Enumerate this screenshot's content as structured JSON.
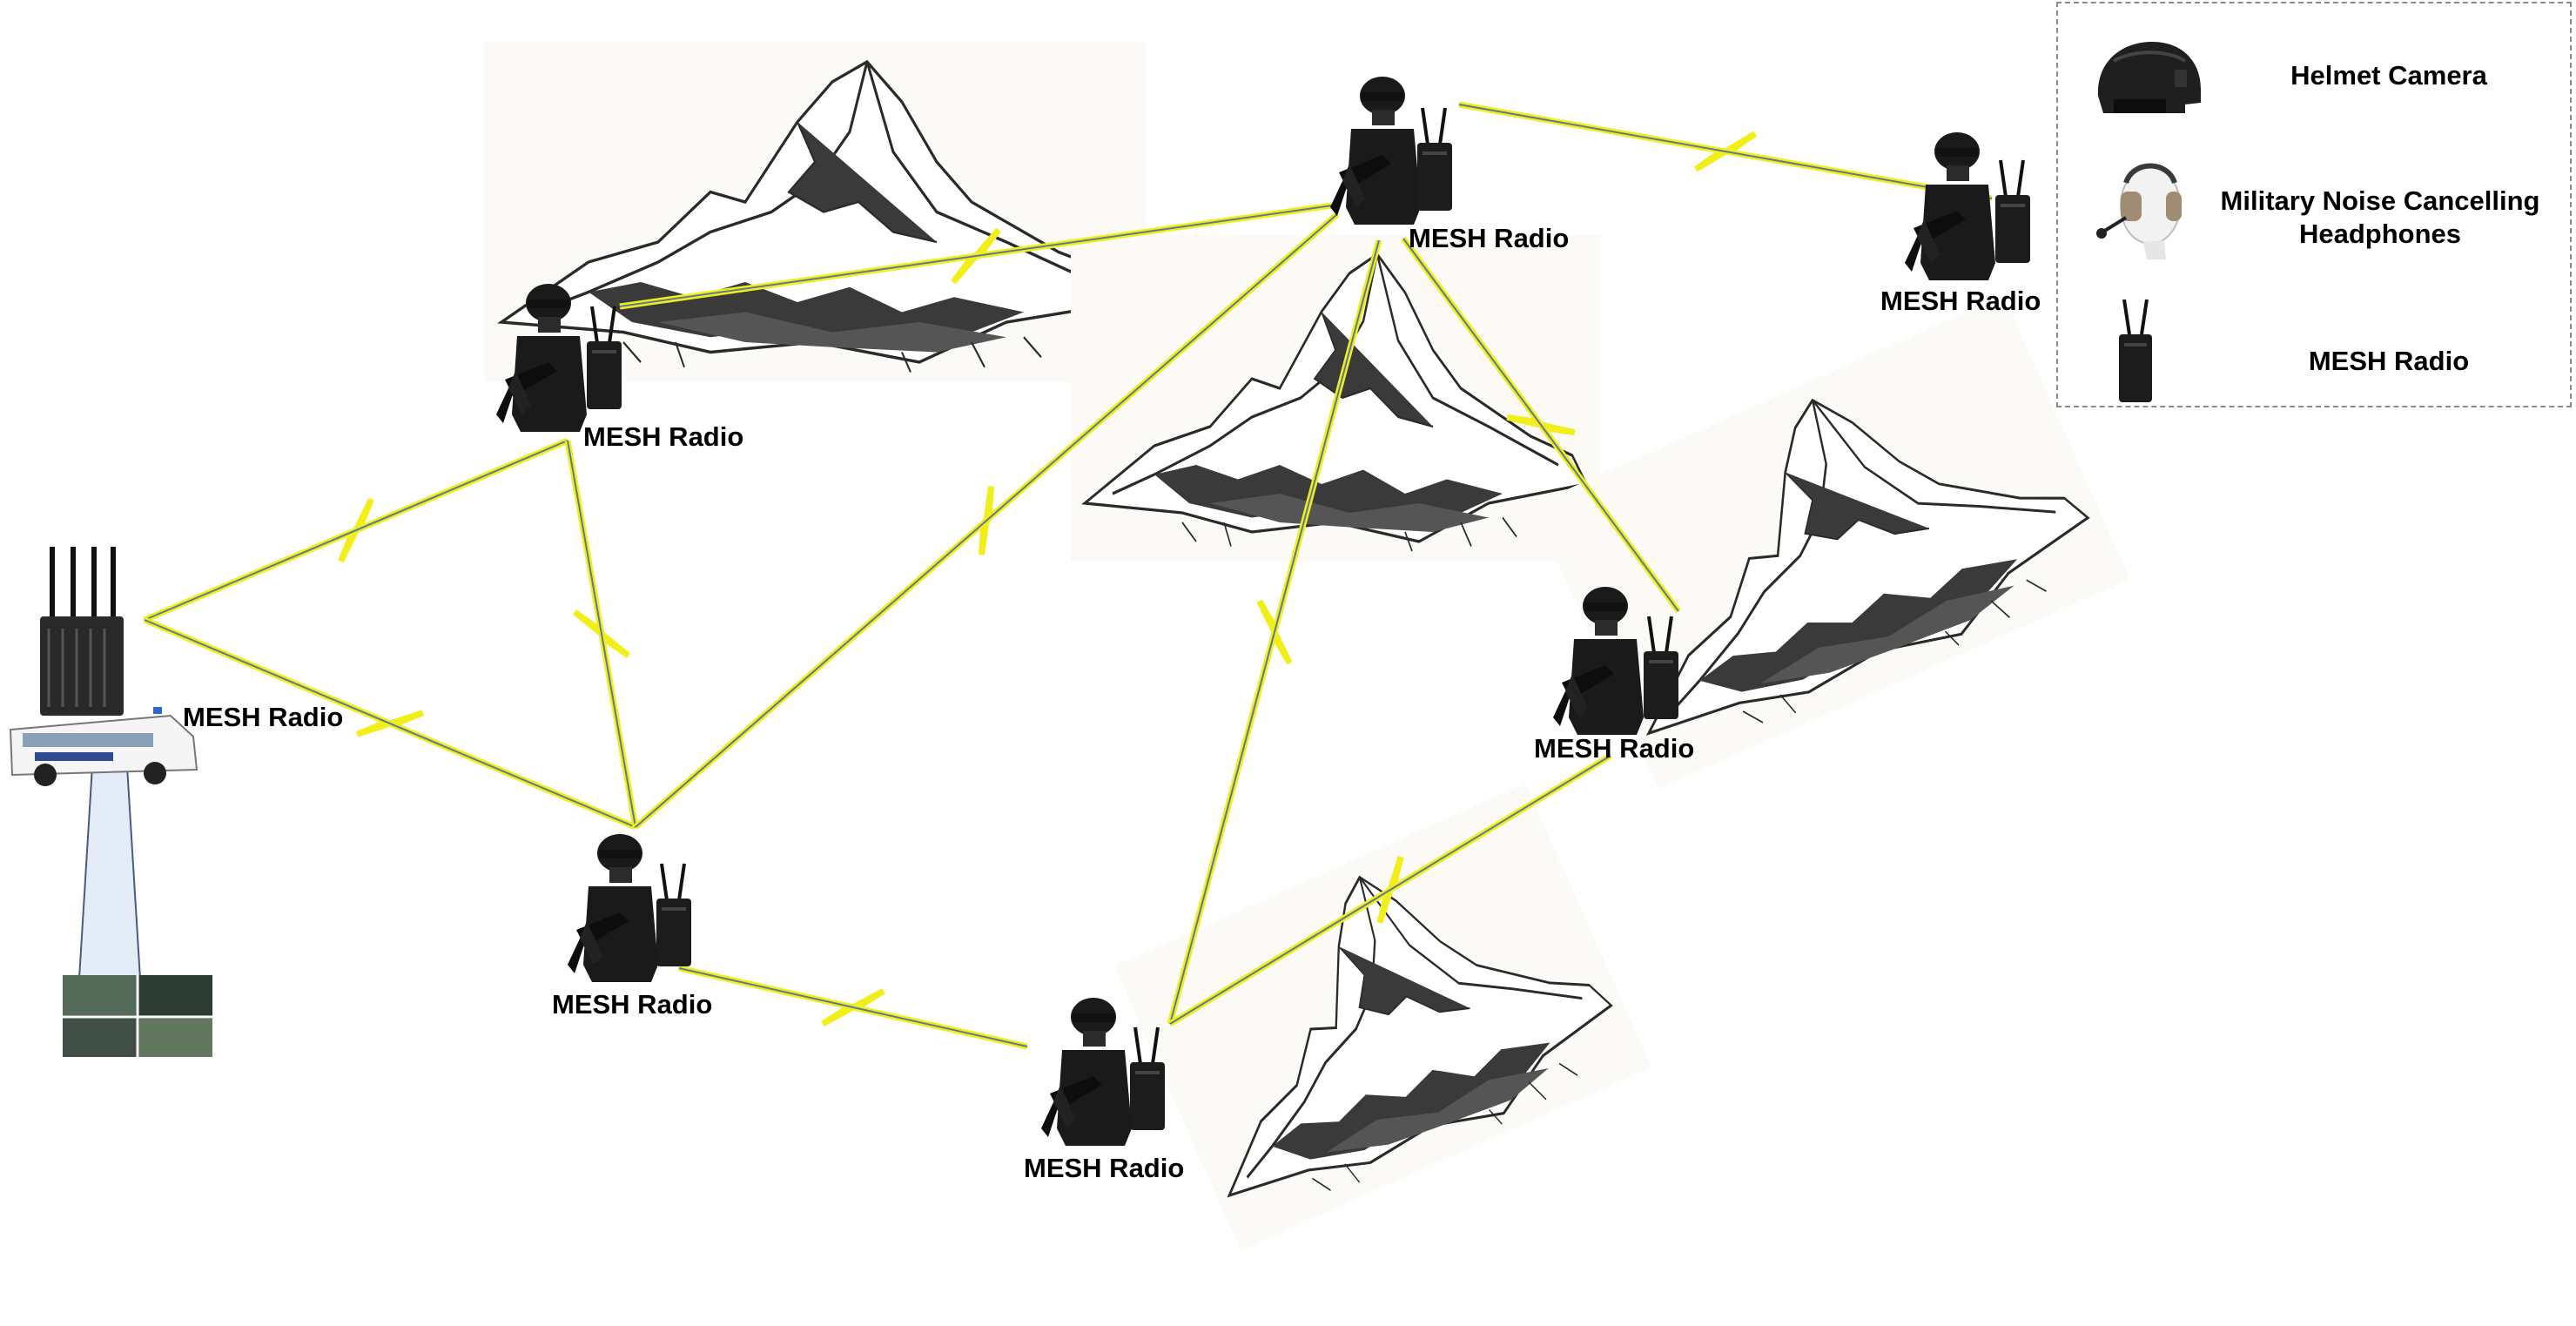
{
  "node_label": "MESH Radio",
  "legend": {
    "items": [
      {
        "icon": "helmet-camera-icon",
        "label": "Helmet Camera"
      },
      {
        "icon": "noise-cancelling-headphones-icon",
        "label": "Military Noise Cancelling Headphones"
      },
      {
        "icon": "mesh-radio-icon",
        "label": "MESH Radio"
      }
    ]
  },
  "colors": {
    "link_yellow": "#f2ee1a",
    "link_blue": "#5a7a9a",
    "uplink_arrow": "#e3ecf7",
    "mountain": "#2a2a2a",
    "soldier": "#1a1a1a"
  }
}
